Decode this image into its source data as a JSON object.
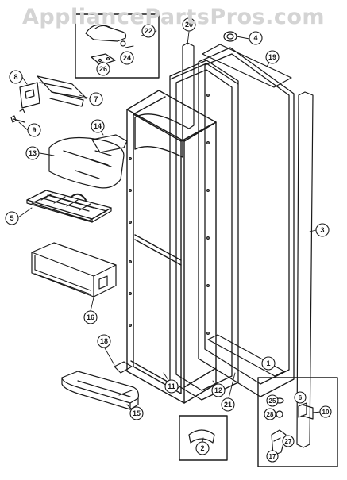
{
  "watermark": "AppliancePartsPros.com",
  "callouts": {
    "c1": "1",
    "c2": "2",
    "c3": "3",
    "c4": "4",
    "c5": "5",
    "c6": "6",
    "c7": "7",
    "c8": "8",
    "c9": "9",
    "c10": "10",
    "c11": "11",
    "c12": "12",
    "c13": "13",
    "c14": "14",
    "c15": "15",
    "c16": "16",
    "c17": "17",
    "c18": "18",
    "c19": "19",
    "c20": "20",
    "c21": "21",
    "c22": "22",
    "c24": "24",
    "c25": "25",
    "c26": "26",
    "c27": "27",
    "c28": "28"
  },
  "colors": {
    "line": "#1a1a1a",
    "watermark": "#d4d4d4",
    "background": "#ffffff"
  }
}
